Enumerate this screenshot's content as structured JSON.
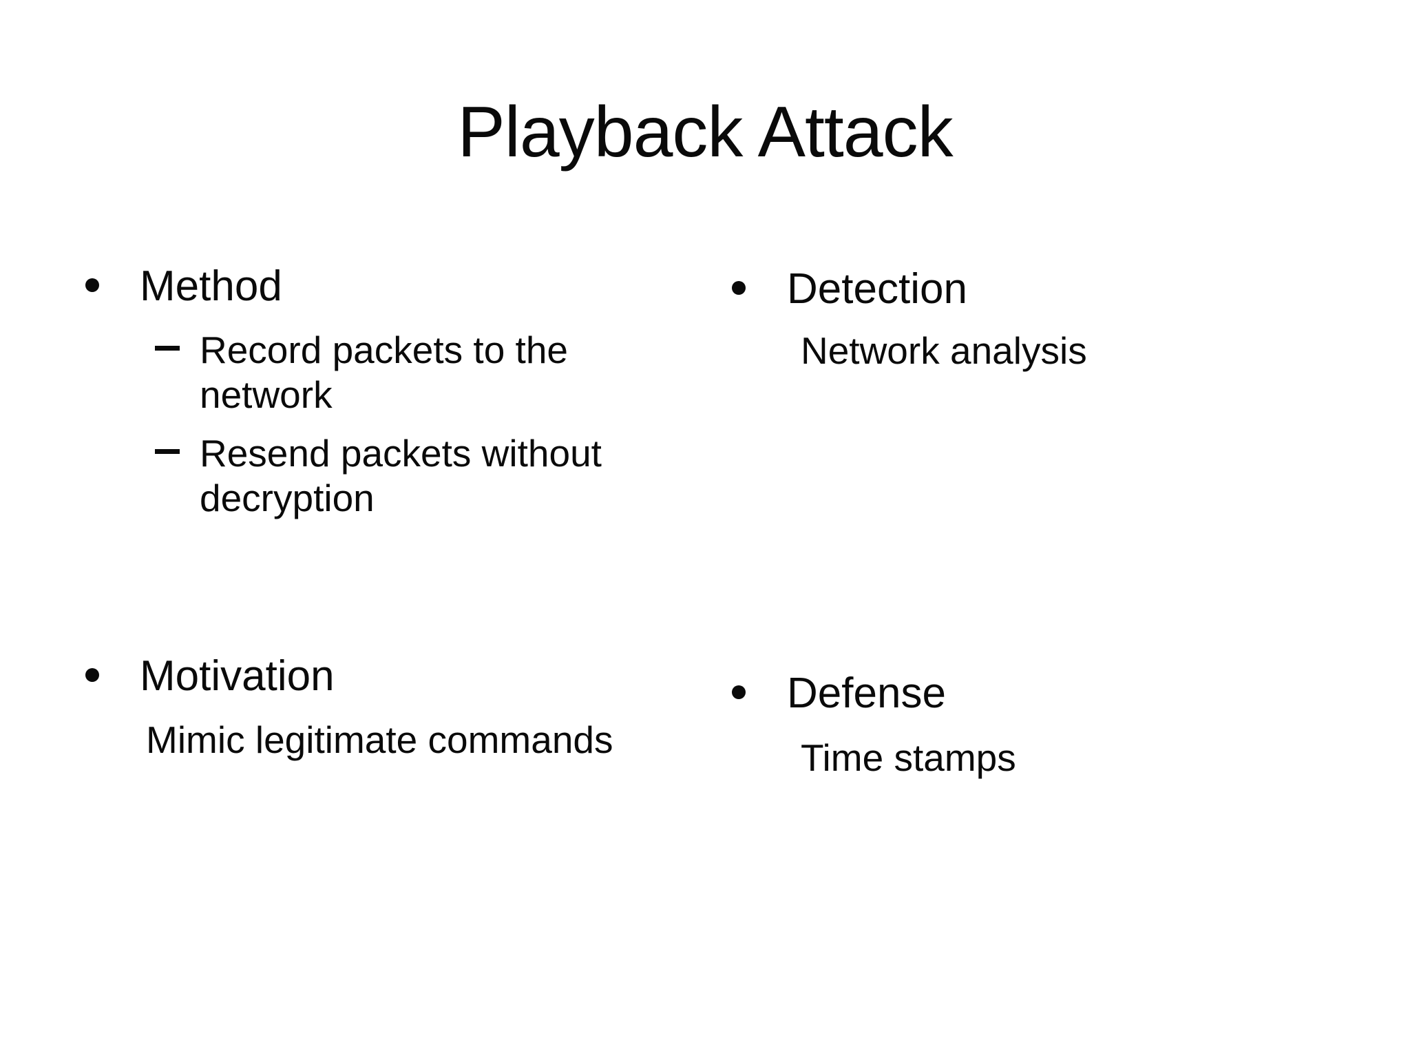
{
  "slide": {
    "title": "Playback Attack",
    "colors": {
      "background": "#ffffff",
      "text": "#0a0a0a"
    },
    "columns": {
      "left": {
        "sections": [
          {
            "heading": "Method",
            "marker": "bullet-dot",
            "items": [
              {
                "marker": "dash",
                "text": "Record packets to the\nnetwork"
              },
              {
                "marker": "dash",
                "text": "Resend packets without\ndecryption"
              }
            ]
          },
          {
            "heading": "Motivation",
            "marker": "bullet-dot",
            "items": [
              {
                "marker": "none",
                "text": "Mimic legitimate commands"
              }
            ]
          }
        ]
      },
      "right": {
        "sections": [
          {
            "heading": "Detection",
            "marker": "bullet-dot",
            "items": [
              {
                "marker": "none",
                "text": "Network analysis"
              }
            ]
          },
          {
            "heading": "Defense",
            "marker": "bullet-dot",
            "items": [
              {
                "marker": "none",
                "text": "Time stamps"
              }
            ]
          }
        ]
      }
    }
  }
}
